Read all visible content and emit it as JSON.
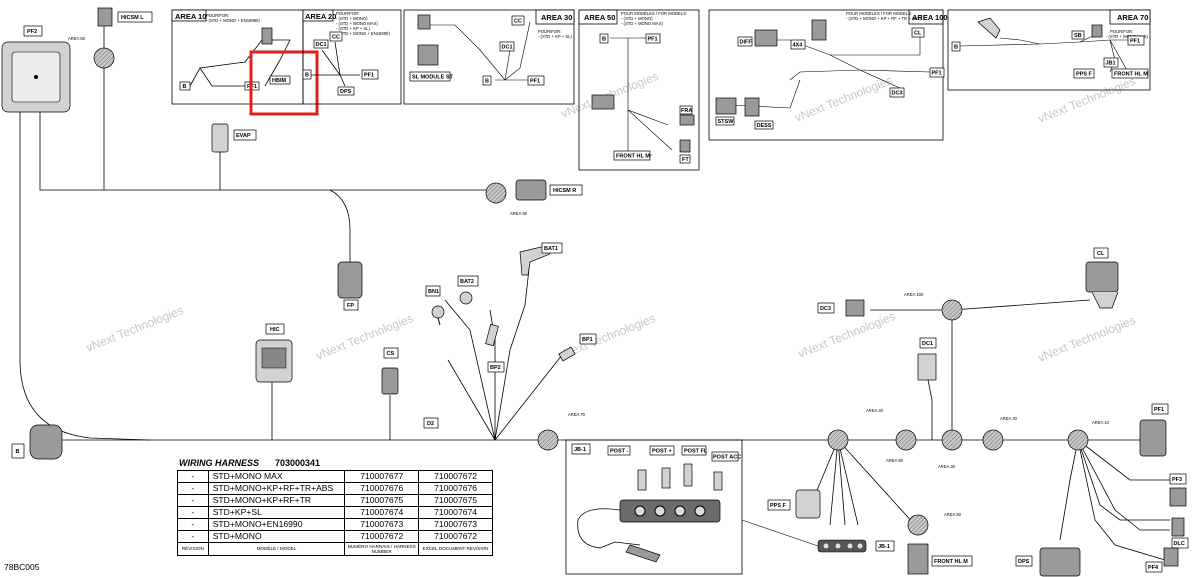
{
  "doc_code": "78BC005",
  "watermark": "vNext Technologies",
  "areas": {
    "area10": {
      "title": "AREA 10",
      "note": "POUR/FOR:\n- (STD + MONO + EN16990)",
      "tags": [
        "B",
        "PF1",
        "HBIM"
      ]
    },
    "area20": {
      "title": "AREA 20",
      "note": "POUR/FOR:\n- (STD + MONO)\n- (STD + MONO MAX)\n- (STD + KP + SL)\n- (STD + MONO + EN16990)",
      "tags": [
        "CC",
        "DC1",
        "B",
        "PF1",
        "DPS"
      ]
    },
    "area30": {
      "title": "AREA 30",
      "note": "POUR/FOR:\n- (STD + KP + SL)",
      "tags": [
        "CC",
        "DC1",
        "SL MODULE ST",
        "B",
        "PF1"
      ]
    },
    "area50": {
      "title": "AREA 50",
      "note": "POUR MODÈLES / FOR MODELS:\n- (STD + MONO)\n- (STD + MONO MAX)",
      "tags": [
        "B",
        "PF1",
        "FRA",
        "FT",
        "FRONT HL M"
      ]
    },
    "area100": {
      "title": "AREA 100",
      "note": "POUR MODÈLES / FOR MODELS:\n- (STD + MONO + KP + RF + TR + ABS)",
      "tags": [
        "CL",
        "DIFF",
        "4X4",
        "PF1",
        "DC3",
        "STSW",
        "DESS"
      ]
    },
    "area70": {
      "title": "AREA 70",
      "note": "POUR/FOR:\n- (STD + MONO MAX)",
      "tags": [
        "B",
        "SB",
        "PF1",
        "PPS F",
        "JB1",
        "FRONT HL M"
      ]
    }
  },
  "main": {
    "tags": {
      "pf2": "PF2",
      "hicsm_l": "HICSM L",
      "evap": "EVAP",
      "hicsm_r": "HICSM R",
      "fp": "FP",
      "hic": "HIC",
      "cs": "CS",
      "d2": "D2",
      "b": "B",
      "bat1": "BAT1",
      "bat2": "BAT2",
      "bn1": "BN1",
      "bp1": "BP1",
      "bp2": "BP2",
      "cl": "CL",
      "dc3": "DC3",
      "dc1": "DC1",
      "pf1": "PF1",
      "pf3": "PF3",
      "dlc": "DLC",
      "pf4": "PF4",
      "dps": "DPS",
      "pps_f": "PPS F",
      "front_hl_m": "FRONT HL M",
      "jb1": "JB-1",
      "jb1_b": "JB-1"
    },
    "area_labels": {
      "a60": "AREA 60",
      "a90": "AREA 90",
      "a100": "AREA 100",
      "a70": "AREA 70",
      "a40": "AREA 40",
      "a80": "AREA 80",
      "a30": "AREA 30",
      "a20": "AREA 20",
      "a10": "AREA 10",
      "a50": "AREA 50"
    },
    "jb_posts": [
      "POST -",
      "POST +",
      "POST FL",
      "POST ACC"
    ]
  },
  "table": {
    "caption": "WIRING HARNESS",
    "part_number": "703000341",
    "rows": [
      [
        "-",
        "STD+MONO MAX",
        "710007677",
        "710007672"
      ],
      [
        "-",
        "STD+MONO+KP+RF+TR+ABS",
        "710007676",
        "710007676"
      ],
      [
        "-",
        "STD+MONO+KP+RF+TR",
        "710007675",
        "710007675"
      ],
      [
        "-",
        "STD+KP+SL",
        "710007674",
        "710007674"
      ],
      [
        "-",
        "STD+MONO+EN16990",
        "710007673",
        "710007673"
      ],
      [
        "-",
        "STD+MONO",
        "710007672",
        "710007672"
      ]
    ],
    "headers": [
      "RÉVISION",
      "MODÈLE / MODEL",
      "NUMÉRO HARNAIS / HARNESS NUMBER",
      "EXCEL DOCUMENT REVISION"
    ]
  },
  "highlight_color": "#e0201b"
}
